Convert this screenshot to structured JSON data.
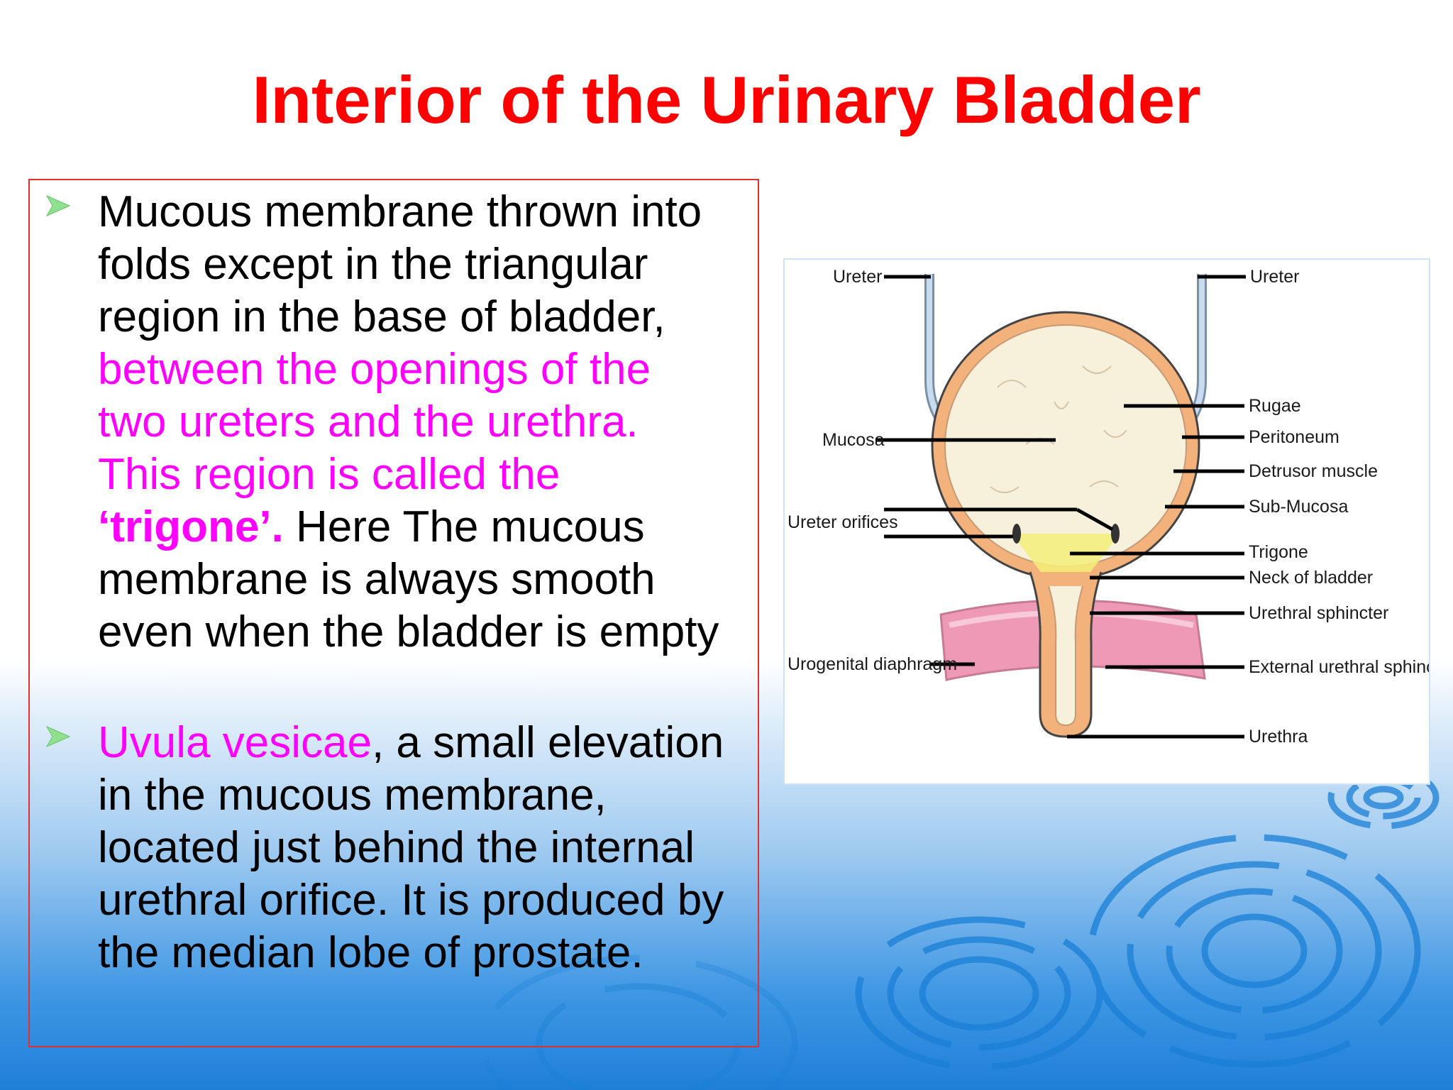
{
  "slide": {
    "title": "Interior of the Urinary Bladder",
    "bullets": [
      {
        "icon": "arrow-bullet-icon",
        "segments": [
          {
            "text": "Mucous membrane thrown into folds except in the triangular region in the base of bladder, ",
            "color": "black",
            "bold": false
          },
          {
            "text": "between the openings of the two ureters and the urethra. This region is called the ",
            "color": "magenta",
            "bold": false
          },
          {
            "text": "‘trigone’.",
            "color": "magenta",
            "bold": true
          },
          {
            "text": " Here The mucous membrane is always smooth even when the bladder is empty",
            "color": "black",
            "bold": false
          }
        ]
      },
      {
        "icon": "arrow-bullet-icon",
        "segments": [
          {
            "text": "Uvula vesicae",
            "color": "magenta",
            "bold": false
          },
          {
            "text": ", a small elevation in the mucous membrane, located just behind the internal urethral orifice. It is produced by the median lobe of prostate.",
            "color": "black",
            "bold": false
          }
        ]
      }
    ]
  },
  "diagram": {
    "labels": {
      "ureter_left": "Ureter",
      "ureter_right": "Ureter",
      "mucosa": "Mucosa",
      "ureter_orifices": "Ureter orifices",
      "urogenital_diaphragm": "Urogenital diaphragm",
      "rugae": "Rugae",
      "peritoneum": "Peritoneum",
      "detrusor_muscle": "Detrusor muscle",
      "sub_mucosa": "Sub-Mucosa",
      "trigone": "Trigone",
      "neck_of_bladder": "Neck of bladder",
      "urethral_sphincter": "Urethral sphincter",
      "external_urethral_sphincter": "External urethral sphincter",
      "urethra": "Urethra"
    }
  },
  "colors": {
    "title": "#ff0000",
    "highlight": "#ff00ff",
    "bullet_arrow": "#8fe08f",
    "box_border": "#e03030"
  }
}
